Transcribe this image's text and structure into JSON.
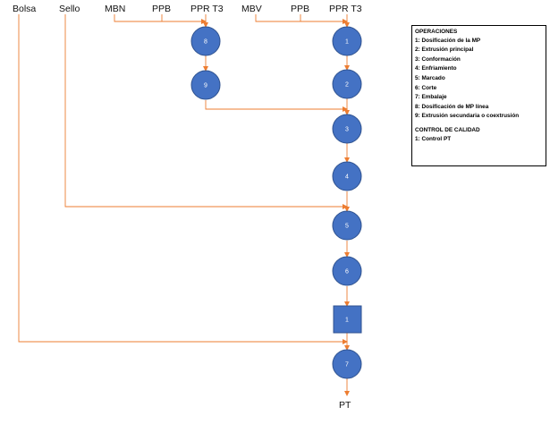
{
  "sources": {
    "bolsa": "Bolsa",
    "sello": "Sello",
    "mbn": "MBN",
    "ppb_left": "PPB",
    "pprt3_left": "PPR T3",
    "mbv": "MBV",
    "ppb_right": "PPB",
    "pprt3_right": "PPR T3"
  },
  "nodes": {
    "op8": "8",
    "op9": "9",
    "op1": "1",
    "op2": "2",
    "op3": "3",
    "op4": "4",
    "op5": "5",
    "op6": "6",
    "qc1": "1",
    "op7": "7"
  },
  "output": "PT",
  "legend": {
    "operations_title": "OPERACIONES",
    "operations": [
      "1: Dosificación de la MP",
      "2: Extrusión principal",
      "3: Conformación",
      "4: Enfriamiento",
      "5: Marcado",
      "6: Corte",
      "7: Embalaje",
      "8: Dosificación de MP línea",
      "9: Extrusión secundaria o coextrusión"
    ],
    "quality_title": "CONTROL DE CALIDAD",
    "quality": [
      "1: Control PT"
    ]
  },
  "colors": {
    "node_fill": "#4472c4",
    "node_stroke": "#2f528f",
    "flow_line": "#ed7d31"
  }
}
